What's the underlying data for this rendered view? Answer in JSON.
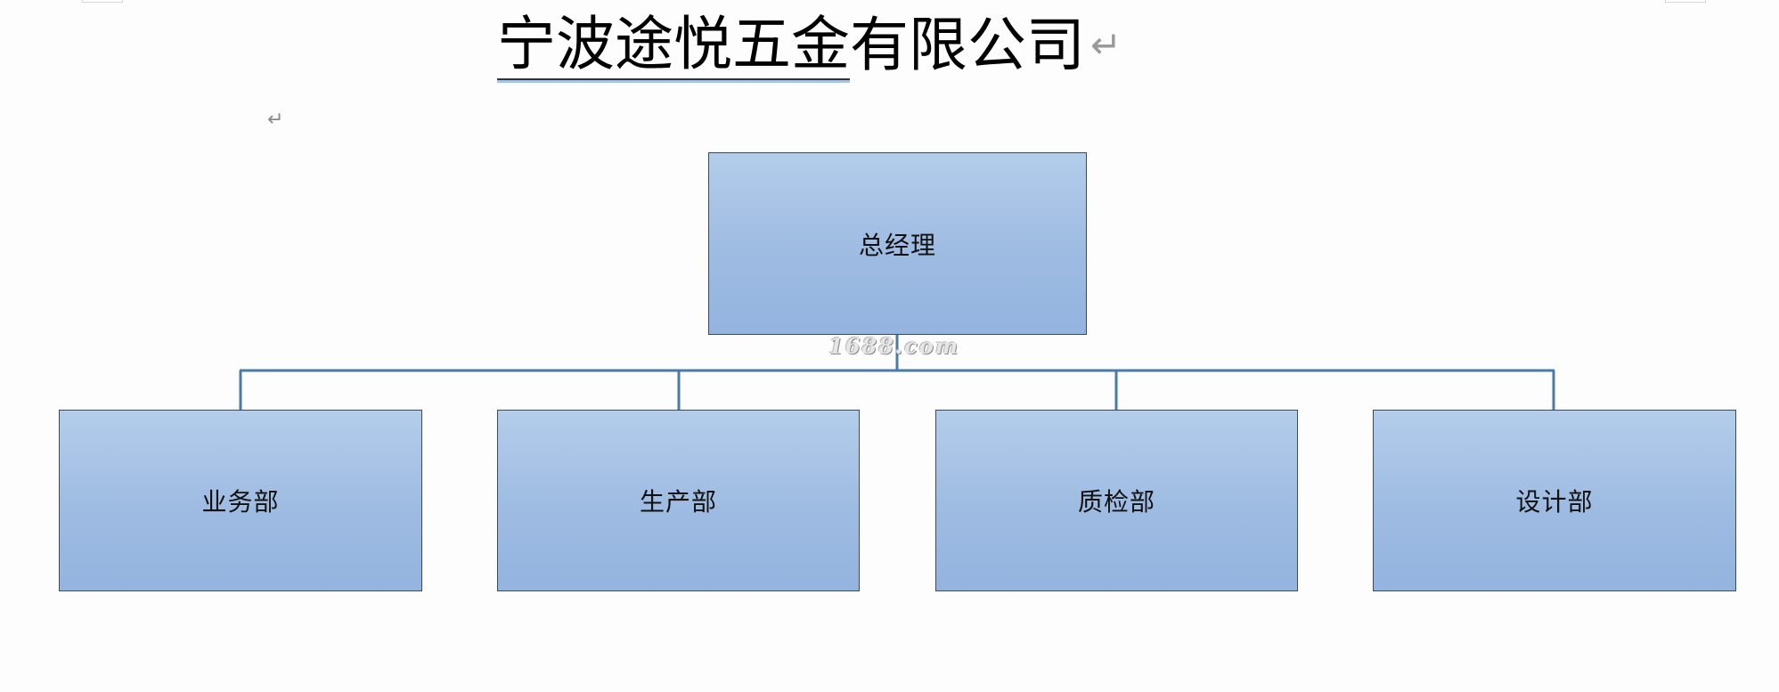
{
  "document": {
    "title_underlined": "宁波途悦五金",
    "title_rest": "有限公司",
    "paragraph_mark": "↵"
  },
  "org_chart": {
    "root": {
      "label": "总经理"
    },
    "children": [
      {
        "label": "业务部"
      },
      {
        "label": "生产部"
      },
      {
        "label": "质检部"
      },
      {
        "label": "设计部"
      }
    ]
  },
  "watermark": {
    "text": "1688.com"
  },
  "colors": {
    "box_top": "#b3cdea",
    "box_bottom": "#93b4df",
    "connector": "#4a7ba8"
  }
}
